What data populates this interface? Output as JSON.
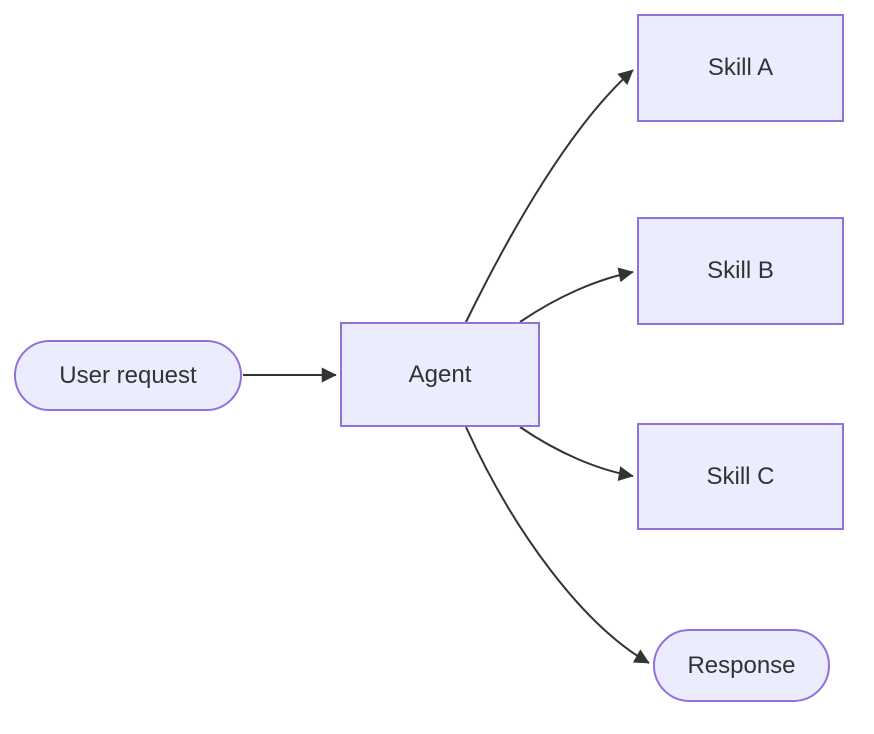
{
  "diagram": {
    "type": "flowchart",
    "direction": "left-to-right",
    "background": "#FFFFFF",
    "colors": {
      "node_fill": "#ECECFF",
      "node_border": "#9370DB",
      "edge_stroke": "#333333",
      "text": "#333333"
    },
    "nodes": [
      {
        "id": "user-request",
        "label": "User request",
        "shape": "stadium"
      },
      {
        "id": "agent",
        "label": "Agent",
        "shape": "rectangle"
      },
      {
        "id": "skill-a",
        "label": "Skill A",
        "shape": "rectangle"
      },
      {
        "id": "skill-b",
        "label": "Skill B",
        "shape": "rectangle"
      },
      {
        "id": "skill-c",
        "label": "Skill C",
        "shape": "rectangle"
      },
      {
        "id": "response",
        "label": "Response",
        "shape": "stadium"
      }
    ],
    "edges": [
      {
        "from": "User request",
        "to": "Agent",
        "style": "arrow"
      },
      {
        "from": "Agent",
        "to": "Skill A",
        "style": "arrow"
      },
      {
        "from": "Agent",
        "to": "Skill B",
        "style": "arrow"
      },
      {
        "from": "Agent",
        "to": "Skill C",
        "style": "arrow"
      },
      {
        "from": "Agent",
        "to": "Response",
        "style": "arrow"
      }
    ]
  }
}
